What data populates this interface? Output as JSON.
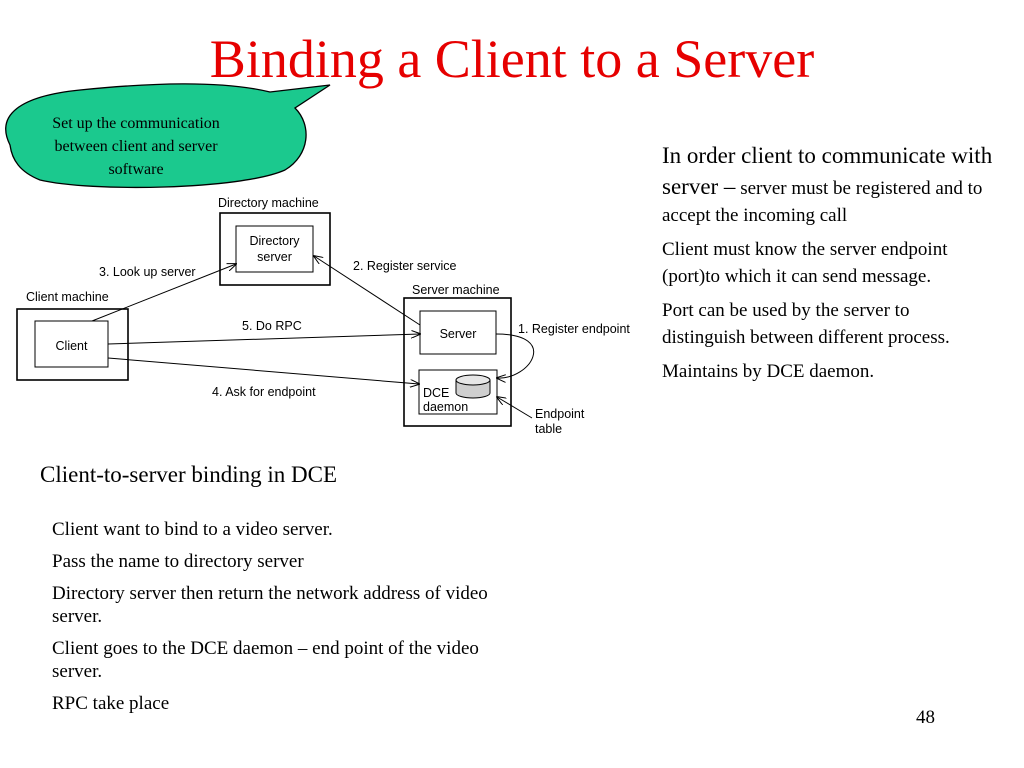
{
  "title": "Binding a Client to a Server",
  "callout": {
    "lines": [
      "Set up the communication",
      "between client and server",
      "software"
    ],
    "color": "#1bc98e"
  },
  "diagram": {
    "directory_machine": "Directory machine",
    "directory_server": [
      "Directory",
      "server"
    ],
    "client_machine": "Client machine",
    "client": "Client",
    "server_machine": "Server machine",
    "server": "Server",
    "dce_daemon": [
      "DCE",
      "daemon"
    ],
    "endpoint_table": [
      "Endpoint",
      "table"
    ],
    "steps": {
      "look_up": "3. Look up server",
      "register_service": "2. Register service",
      "do_rpc": "5. Do RPC",
      "register_endpoint": "1. Register endpoint",
      "ask_endpoint": "4. Ask for endpoint"
    }
  },
  "caption": "Client-to-server binding in DCE",
  "notes": [
    "Client want to bind to a video server.",
    "Pass the name to directory server",
    "Directory server then return the network address of video server.",
    "Client goes to the DCE daemon – end point of the video server.",
    "RPC take place"
  ],
  "right": {
    "p1_big": "In order client to communicate with server –",
    "p1_small": " server must be registered and to accept the incoming call",
    "p2": "Client must know the server endpoint (port)to which it can send message.",
    "p3": "Port can be used by the server to distinguish between different process.",
    "p4": "Maintains by DCE daemon."
  },
  "page_number": "48",
  "title_color": "#e60000"
}
